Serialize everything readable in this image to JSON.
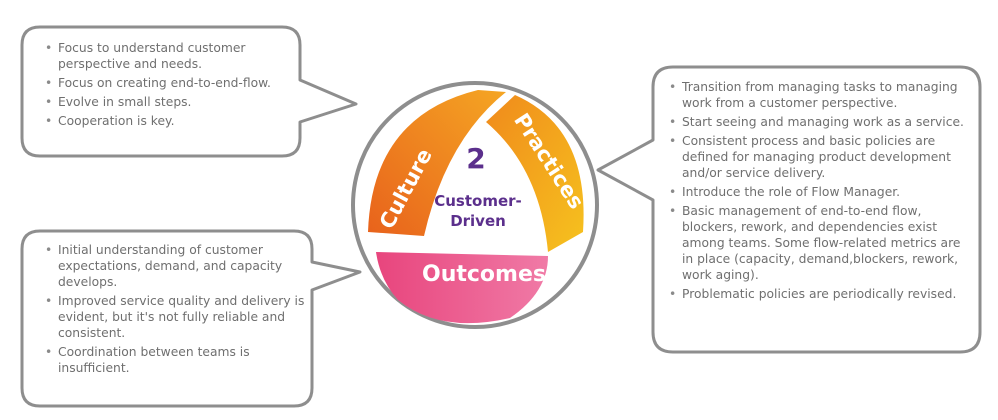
{
  "colors": {
    "outline": "#8e8e8e",
    "culture": "#ee7f1a",
    "practices": "#f2a81a",
    "outcomes": "#e8457d",
    "center_text": "#5b2f8c"
  },
  "wheel": {
    "number": "2",
    "center_line1": "Customer-",
    "center_line2": "Driven",
    "culture_label": "Culture",
    "practices_label": "Practices",
    "outcomes_label": "Outcomes"
  },
  "culture_box": {
    "items": [
      "Focus to understand customer perspective and needs.",
      "Focus on creating end-to-end-flow.",
      "Evolve in small steps.",
      "Cooperation is key."
    ]
  },
  "outcomes_box": {
    "items": [
      "Initial understanding of customer expectations, demand, and capacity develops.",
      "Improved service quality and delivery is evident, but it's not fully reliable and consistent.",
      "Coordination between teams is insufficient."
    ]
  },
  "practices_box": {
    "items": [
      "Transition from managing tasks to managing work from a customer perspective.",
      "Start seeing and managing work as a service.",
      "Consistent process and basic policies are defined for managing product development and/or service delivery.",
      "Introduce the role of Flow Manager.",
      "Basic management of end-to-end flow, blockers, rework, and dependencies exist among teams. Some flow-related metrics are in place (capacity, demand,blockers, rework, work aging).",
      "Problematic policies are periodically revised."
    ]
  }
}
